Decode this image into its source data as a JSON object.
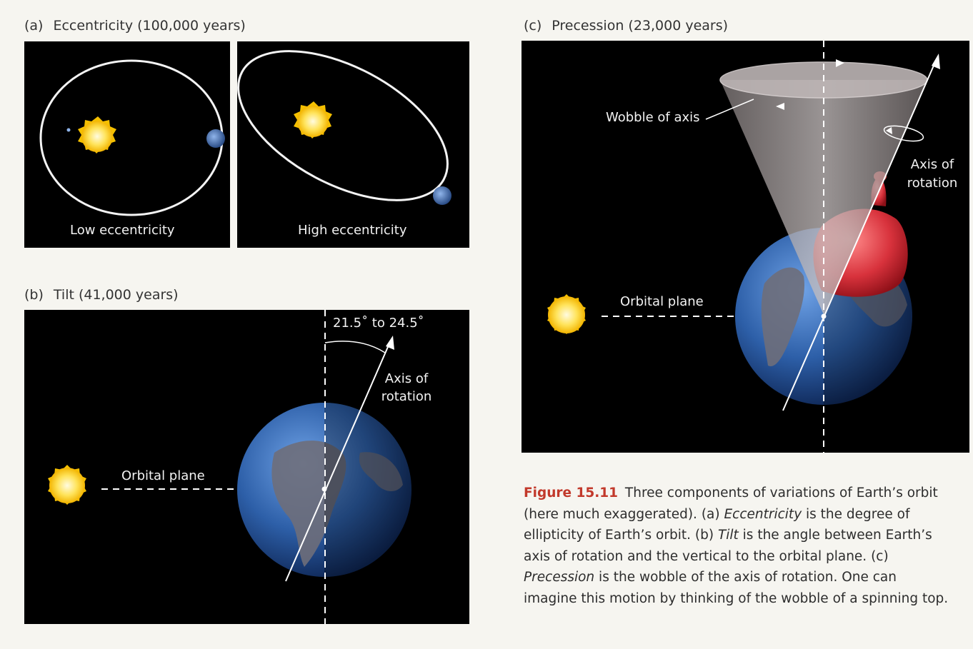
{
  "panel_a": {
    "letter": "(a)",
    "title": "Eccentricity (100,000 years)",
    "low_label": "Low eccentricity",
    "high_label": "High eccentricity"
  },
  "panel_b": {
    "letter": "(b)",
    "title": "Tilt (41,000 years)",
    "angle_label": "21.5˚ to 24.5˚",
    "axis_label_1": "Axis of",
    "axis_label_2": "rotation",
    "plane_label": "Orbital plane"
  },
  "panel_c": {
    "letter": "(c)",
    "title": "Precession (23,000 years)",
    "wobble_label": "Wobble of axis",
    "axis_label_1": "Axis of",
    "axis_label_2": "rotation",
    "plane_label": "Orbital plane"
  },
  "caption": {
    "figure": "Figure 15.11",
    "p1": " Three components of variations of Earth’s orbit (here much exaggerated). (a) ",
    "term1": "Eccentricity",
    "p2": " is the degree of ellipticity of Earth’s orbit. (b) ",
    "term2": "Tilt",
    "p3": " is the angle between Earth’s axis of rotation and the vertical to the orbital plane. (c) ",
    "term3": "Precession",
    "p4": " is the wobble of the axis of rotation. One can imagine this motion by thinking of the wobble of a spinning top."
  },
  "colors": {
    "panel_bg": "#000000",
    "sun": "#ffd21f",
    "earth_ocean": "#2d5fa8",
    "earth_land": "#6e6e7a",
    "top": "#d8323c",
    "caption_figure": "#c2392b"
  }
}
